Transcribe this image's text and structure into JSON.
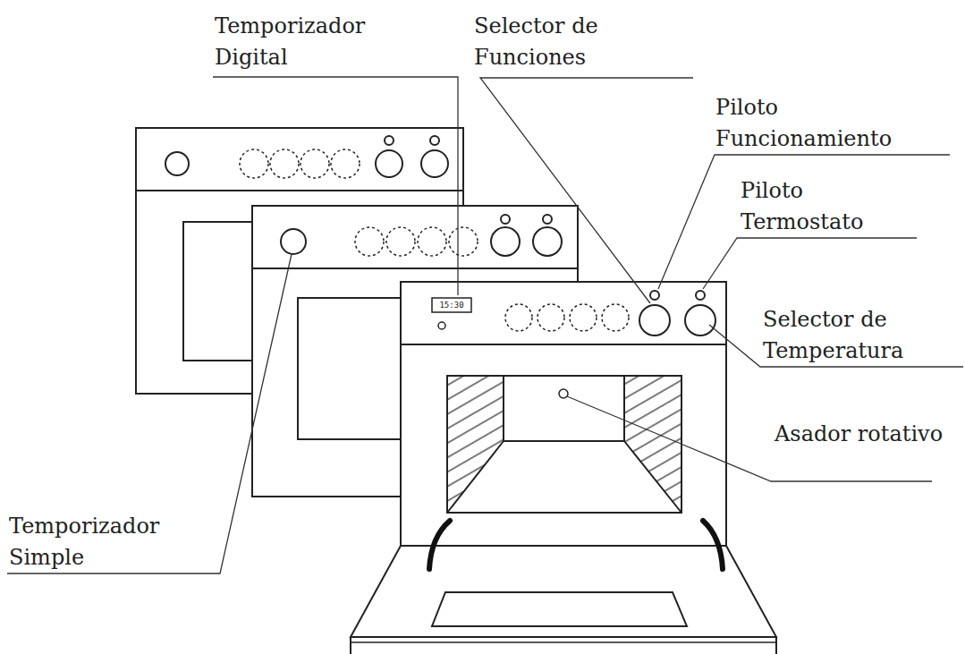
{
  "diagram": {
    "labels": [
      "Temporizador Digital",
      "Selector de Funciones",
      "Piloto Funcionamiento",
      "Piloto Termostato",
      "Selector de Temperatura",
      "Asador rotativo",
      "Temporizador Simple",
      "15:30"
    ]
  }
}
